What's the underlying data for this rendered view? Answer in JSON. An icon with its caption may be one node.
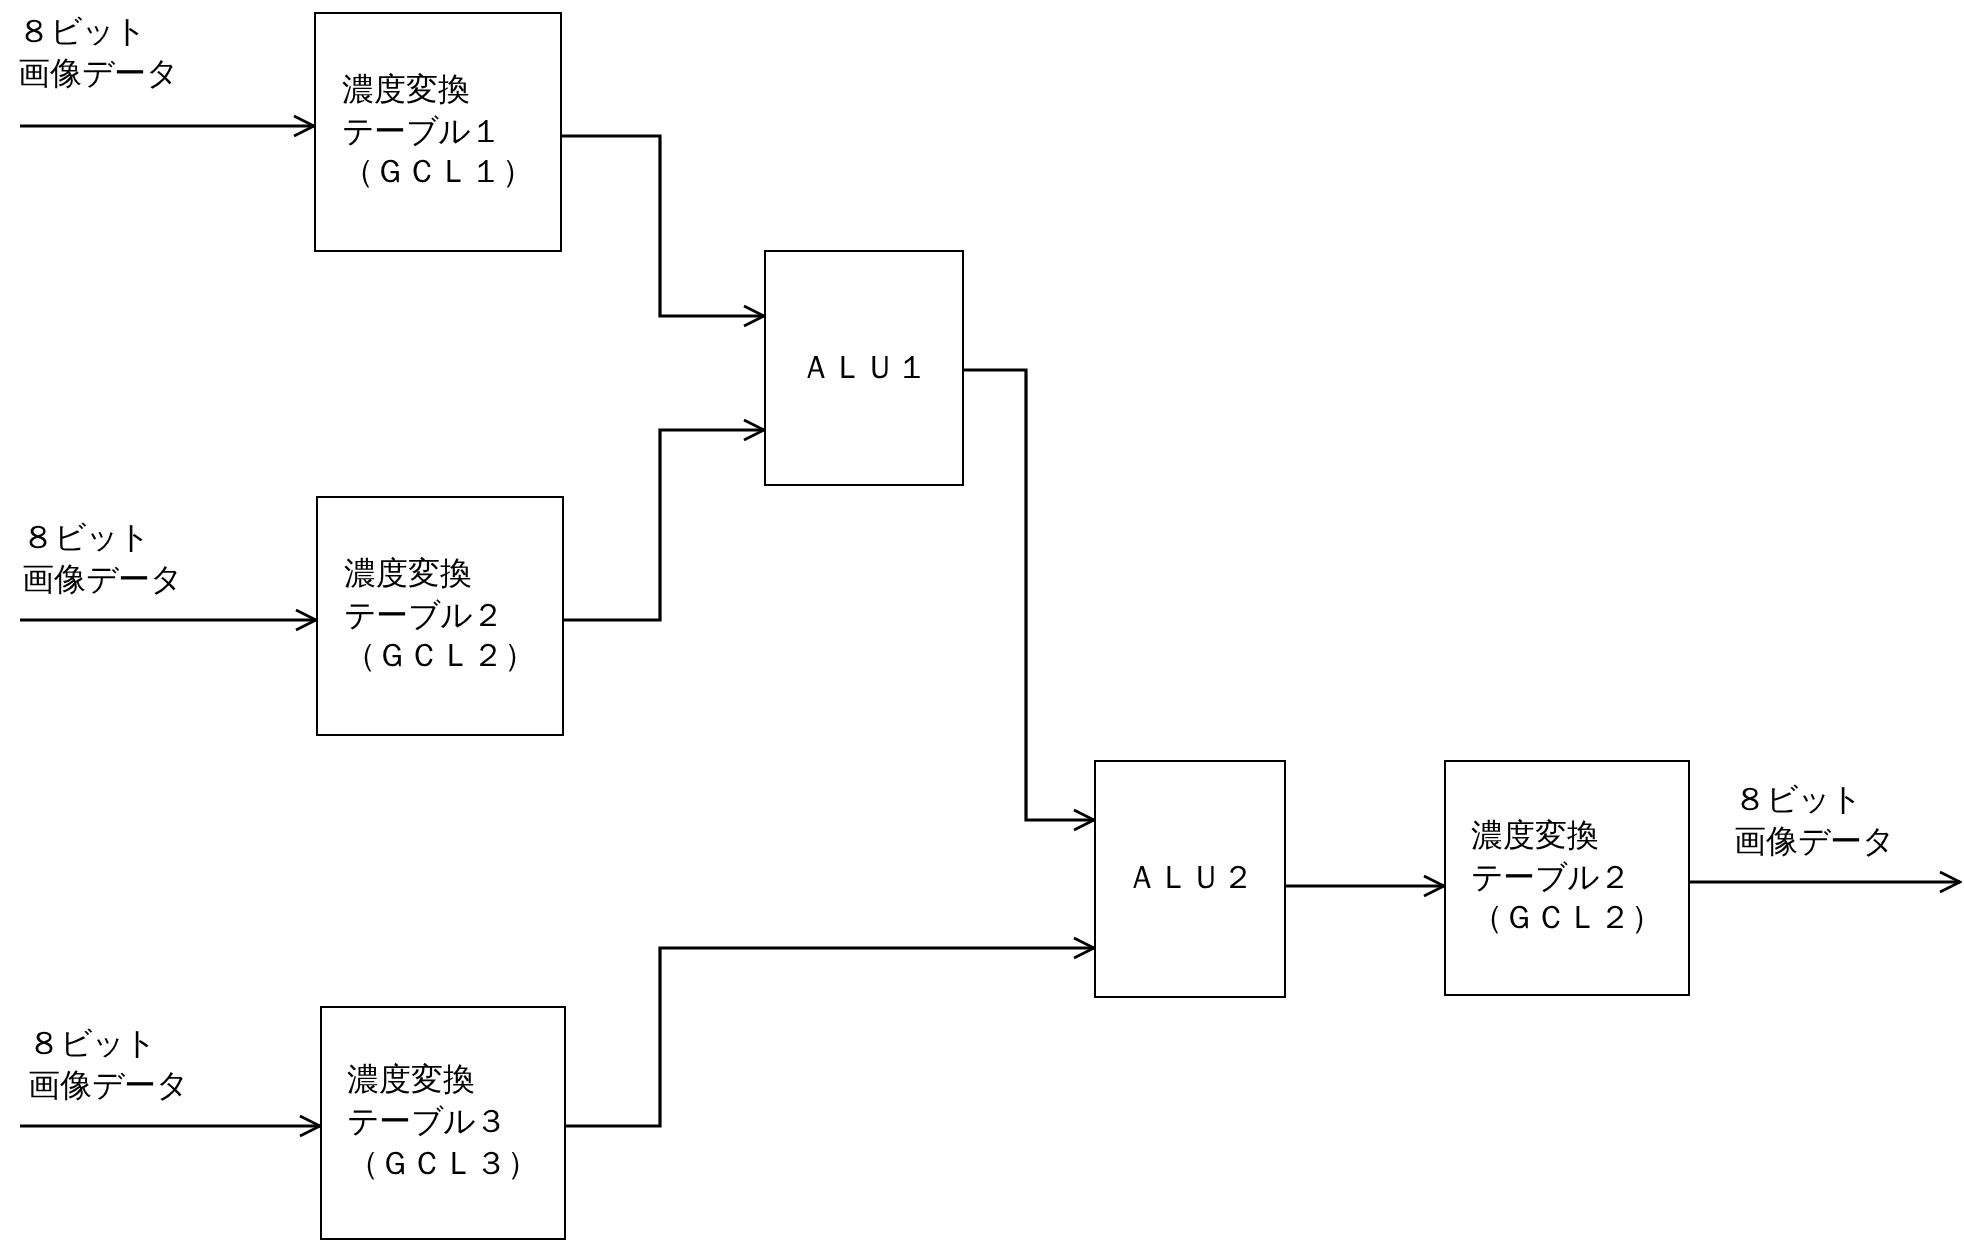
{
  "diagram": {
    "nodes": [
      {
        "text": [
          "濃度変換テーブル１（ＧＣＬ１）"
        ]
      },
      {
        "text": [
          "濃度変換テーブル２（ＧＣＬ２）"
        ]
      },
      {
        "text": [
          "ＡＬＵ１"
        ]
      },
      {
        "text": [
          "濃度変換テーブル３（ＧＣＬ３）"
        ]
      },
      {
        "text": [
          "ＡＬＵ２"
        ]
      },
      {
        "text": [
          "濃度変換テーブル２（ＧＣＬ２）"
        ]
      }
    ],
    "edges": [
      {
        "from": null,
        "to": 0,
        "arrow": "to",
        "label": "８ビット画像データ"
      },
      {
        "from": null,
        "to": 1,
        "arrow": "to",
        "label": "８ビット画像データ"
      },
      {
        "from": null,
        "to": 3,
        "arrow": "to",
        "label": "８ビット画像データ"
      },
      {
        "from": 0,
        "to": 2,
        "arrow": "to"
      },
      {
        "from": 1,
        "to": 2,
        "arrow": "to"
      },
      {
        "from": 2,
        "to": 4,
        "arrow": "to"
      },
      {
        "from": 3,
        "to": 4,
        "arrow": "to"
      },
      {
        "from": 4,
        "to": 5,
        "arrow": "to"
      },
      {
        "from": 5,
        "to": null,
        "arrow": "to",
        "label": "８ビット画像データ"
      }
    ]
  }
}
